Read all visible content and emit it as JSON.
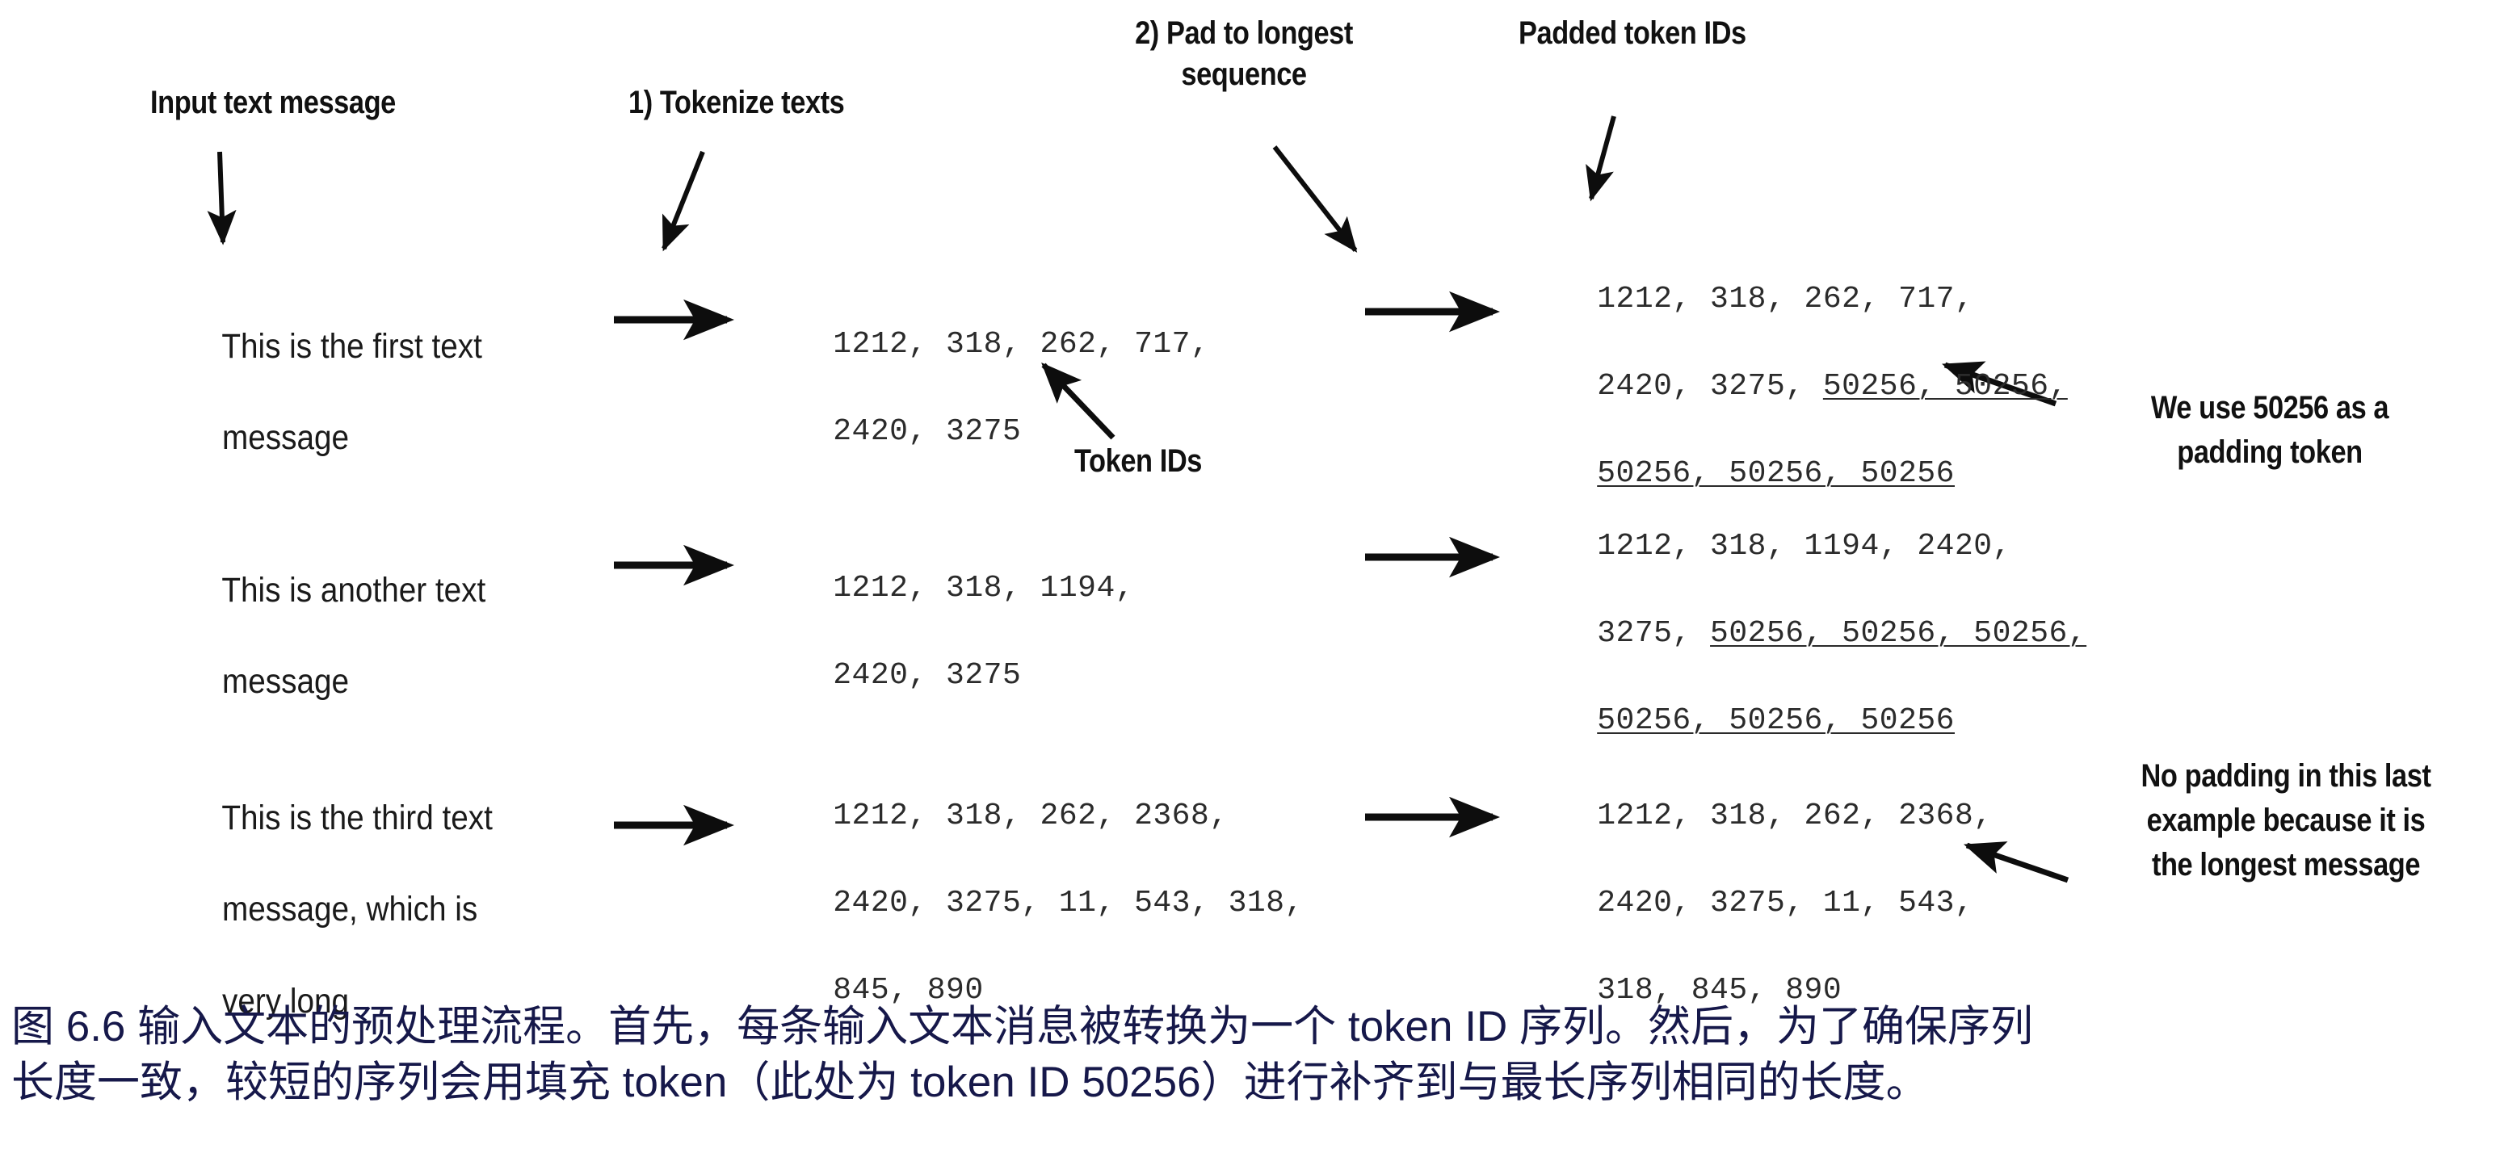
{
  "figure": {
    "headers": {
      "input_text_message": "Input text message",
      "tokenize_texts": "1) Tokenize texts",
      "pad_to_longest_line1": "2) Pad to longest",
      "pad_to_longest_line2": "sequence",
      "padded_token_ids": "Padded token IDs"
    },
    "callouts": {
      "token_ids": "Token IDs",
      "padding_note_line1": "We use 50256 as a",
      "padding_note_line2": "padding token",
      "no_padding_line1": "No padding in this last",
      "no_padding_line2": "example because it is",
      "no_padding_line3": "the longest message"
    },
    "rows": [
      {
        "message_line1": "This is the first text",
        "message_line2": "message",
        "message_line3": "",
        "token_ids_line1": "1212, 318, 262, 717,",
        "token_ids_line2": "2420, 3275",
        "token_ids_line3": "",
        "padded_line1_plain": "1212, 318, 262, 717,",
        "padded_line2_plain": "2420, 3275, ",
        "padded_line2_pad": "50256, 50256,",
        "padded_line3_pad": "50256, 50256, 50256"
      },
      {
        "message_line1": "This is another text",
        "message_line2": "message",
        "message_line3": "",
        "token_ids_line1": "1212, 318, 1194,",
        "token_ids_line2": "2420, 3275",
        "token_ids_line3": "",
        "padded_line1_plain": "1212, 318, 1194, 2420,",
        "padded_line2_plain": "3275, ",
        "padded_line2_pad": "50256, 50256, 50256,",
        "padded_line3_pad": "50256, 50256, 50256"
      },
      {
        "message_line1": "This is the third text",
        "message_line2": "message, which is",
        "message_line3": "very long",
        "token_ids_line1": "1212, 318, 262, 2368,",
        "token_ids_line2": "2420, 3275, 11, 543, 318,",
        "token_ids_line3": "845, 890",
        "padded_line1_plain": "1212, 318, 262, 2368,",
        "padded_line2_plain": "2420, 3275, 11, 543,",
        "padded_line2_pad": "",
        "padded_line3_pad": "",
        "padded_line3_plain": "318, 845, 890"
      }
    ],
    "colors": {
      "ink": "#111111",
      "token_ink": "#2b2b2b",
      "caption": "#16184a",
      "background": "#ffffff"
    }
  },
  "caption": {
    "line1": "图 6.6 输入文本的预处理流程。首先，每条输入文本消息被转换为一个 token ID 序列。然后，为了确保序列",
    "line2": "长度一致，较短的序列会用填充 token（此处为 token ID 50256）进行补齐到与最长序列相同的长度。"
  }
}
